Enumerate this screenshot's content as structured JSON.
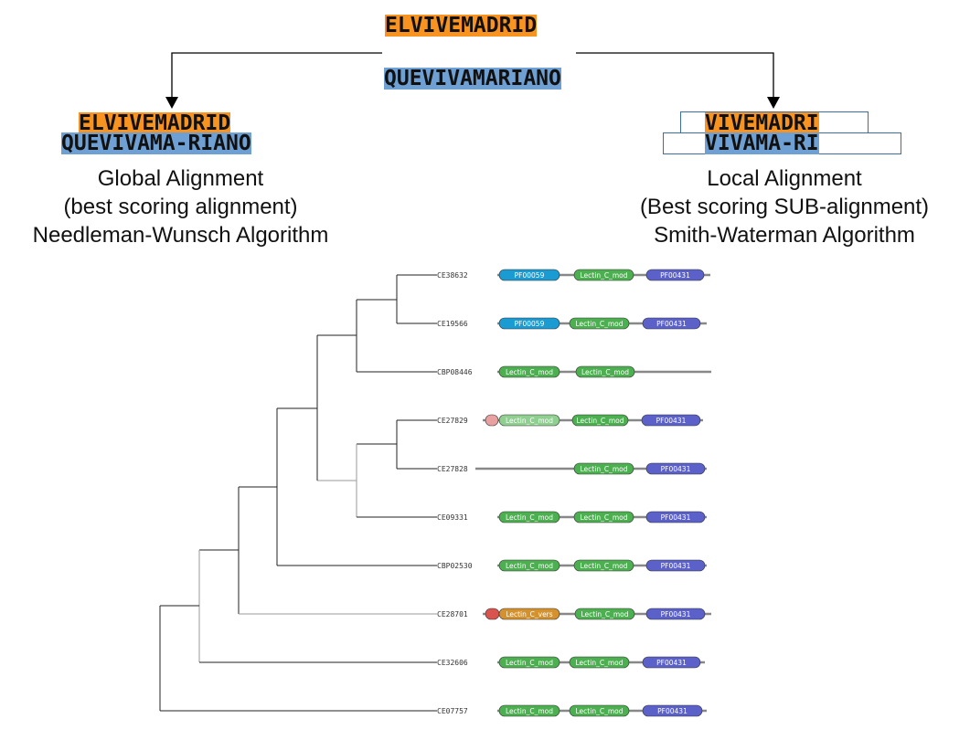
{
  "top": {
    "seq_a": "ELVIVEMADRID",
    "seq_b": "QUEVIVAMARIANO"
  },
  "global": {
    "seq_a": "ELVIVEMADRID",
    "seq_b": "QUEVIVAMA-RIANO",
    "caption": [
      "Global Alignment",
      "(best scoring alignment)",
      "Needleman-Wunsch Algorithm"
    ]
  },
  "local": {
    "seq_a": "VIVEMADRI",
    "seq_b": "VIVAMA-RI",
    "caption": [
      "Local Alignment",
      "(Best scoring SUB-alignment)",
      "Smith-Waterman Algorithm"
    ]
  },
  "colors": {
    "orange_highlight": "#f7931e",
    "blue_highlight": "#6fa0d4",
    "pfam_cyan": "#1a9bd1",
    "lectin_green": "#4caf50",
    "lectin_light_green": "#8fcf8f",
    "lectin_vers_orange": "#d4922e",
    "pf00431_purple": "#5b61c9",
    "motif_pink": "#e8a0a0",
    "motif_red": "#d9534f"
  },
  "tree": {
    "rows": [
      {
        "id": "CE38632",
        "domains": [
          {
            "label": "PF00059",
            "type": "cyan"
          },
          {
            "label": "Lectin_C_mod",
            "type": "green"
          },
          {
            "label": "PF00431",
            "type": "purple"
          }
        ]
      },
      {
        "id": "CE19566",
        "domains": [
          {
            "label": "PF00059",
            "type": "cyan"
          },
          {
            "label": "Lectin_C_mod",
            "type": "green"
          },
          {
            "label": "PF00431",
            "type": "purple"
          }
        ]
      },
      {
        "id": "CBP08446",
        "domains": [
          {
            "label": "Lectin_C_mod",
            "type": "green"
          },
          {
            "label": "Lectin_C_mod",
            "type": "green"
          }
        ]
      },
      {
        "id": "CE27829",
        "domains": [
          {
            "label": "",
            "type": "pink"
          },
          {
            "label": "Lectin_C_mod",
            "type": "lightgreen"
          },
          {
            "label": "Lectin_C_mod",
            "type": "green"
          },
          {
            "label": "PF00431",
            "type": "purple"
          }
        ]
      },
      {
        "id": "CE27828",
        "domains": [
          {
            "label": "Lectin_C_mod",
            "type": "green"
          },
          {
            "label": "PF00431",
            "type": "purple"
          }
        ]
      },
      {
        "id": "CE09331",
        "domains": [
          {
            "label": "Lectin_C_mod",
            "type": "green"
          },
          {
            "label": "Lectin_C_mod",
            "type": "green"
          },
          {
            "label": "PF00431",
            "type": "purple"
          }
        ]
      },
      {
        "id": "CBP02530",
        "domains": [
          {
            "label": "Lectin_C_mod",
            "type": "green"
          },
          {
            "label": "Lectin_C_mod",
            "type": "green"
          },
          {
            "label": "PF00431",
            "type": "purple"
          }
        ]
      },
      {
        "id": "CE28701",
        "domains": [
          {
            "label": "",
            "type": "red"
          },
          {
            "label": "Lectin_C_vers",
            "type": "orange"
          },
          {
            "label": "Lectin_C_mod",
            "type": "green"
          },
          {
            "label": "PF00431",
            "type": "purple"
          }
        ]
      },
      {
        "id": "CE32606",
        "domains": [
          {
            "label": "Lectin_C_mod",
            "type": "green"
          },
          {
            "label": "Lectin_C_mod",
            "type": "green"
          },
          {
            "label": "PF00431",
            "type": "purple"
          }
        ]
      },
      {
        "id": "CE07757",
        "domains": [
          {
            "label": "Lectin_C_mod",
            "type": "green"
          },
          {
            "label": "Lectin_C_mod",
            "type": "green"
          },
          {
            "label": "PF00431",
            "type": "purple"
          }
        ]
      }
    ]
  }
}
